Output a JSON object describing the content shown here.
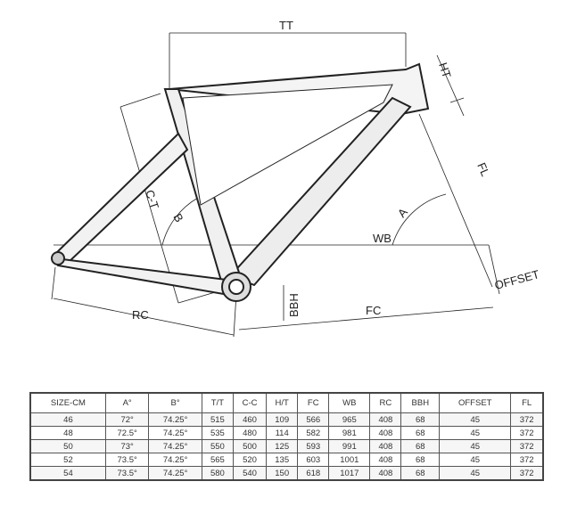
{
  "diagram": {
    "labels": {
      "tt": "TT",
      "ht": "HT",
      "fl": "FL",
      "offset": "OFFSET",
      "wb": "WB",
      "fc": "FC",
      "bbh": "BBH",
      "rc": "RC",
      "ct": "C-T",
      "angle_b": "B",
      "angle_a": "A"
    }
  },
  "table": {
    "headers": [
      "SIZE-CM",
      "A°",
      "B°",
      "T/T",
      "C-C",
      "H/T",
      "FC",
      "WB",
      "RC",
      "BBH",
      "OFFSET",
      "FL"
    ],
    "rows": [
      [
        "46",
        "72°",
        "74.25°",
        "515",
        "460",
        "109",
        "566",
        "965",
        "408",
        "68",
        "45",
        "372"
      ],
      [
        "48",
        "72.5°",
        "74.25°",
        "535",
        "480",
        "114",
        "582",
        "981",
        "408",
        "68",
        "45",
        "372"
      ],
      [
        "50",
        "73°",
        "74.25°",
        "550",
        "500",
        "125",
        "593",
        "991",
        "408",
        "68",
        "45",
        "372"
      ],
      [
        "52",
        "73.5°",
        "74.25°",
        "565",
        "520",
        "135",
        "603",
        "1001",
        "408",
        "68",
        "45",
        "372"
      ],
      [
        "54",
        "73.5°",
        "74.25°",
        "580",
        "540",
        "150",
        "618",
        "1017",
        "408",
        "68",
        "45",
        "372"
      ]
    ]
  }
}
